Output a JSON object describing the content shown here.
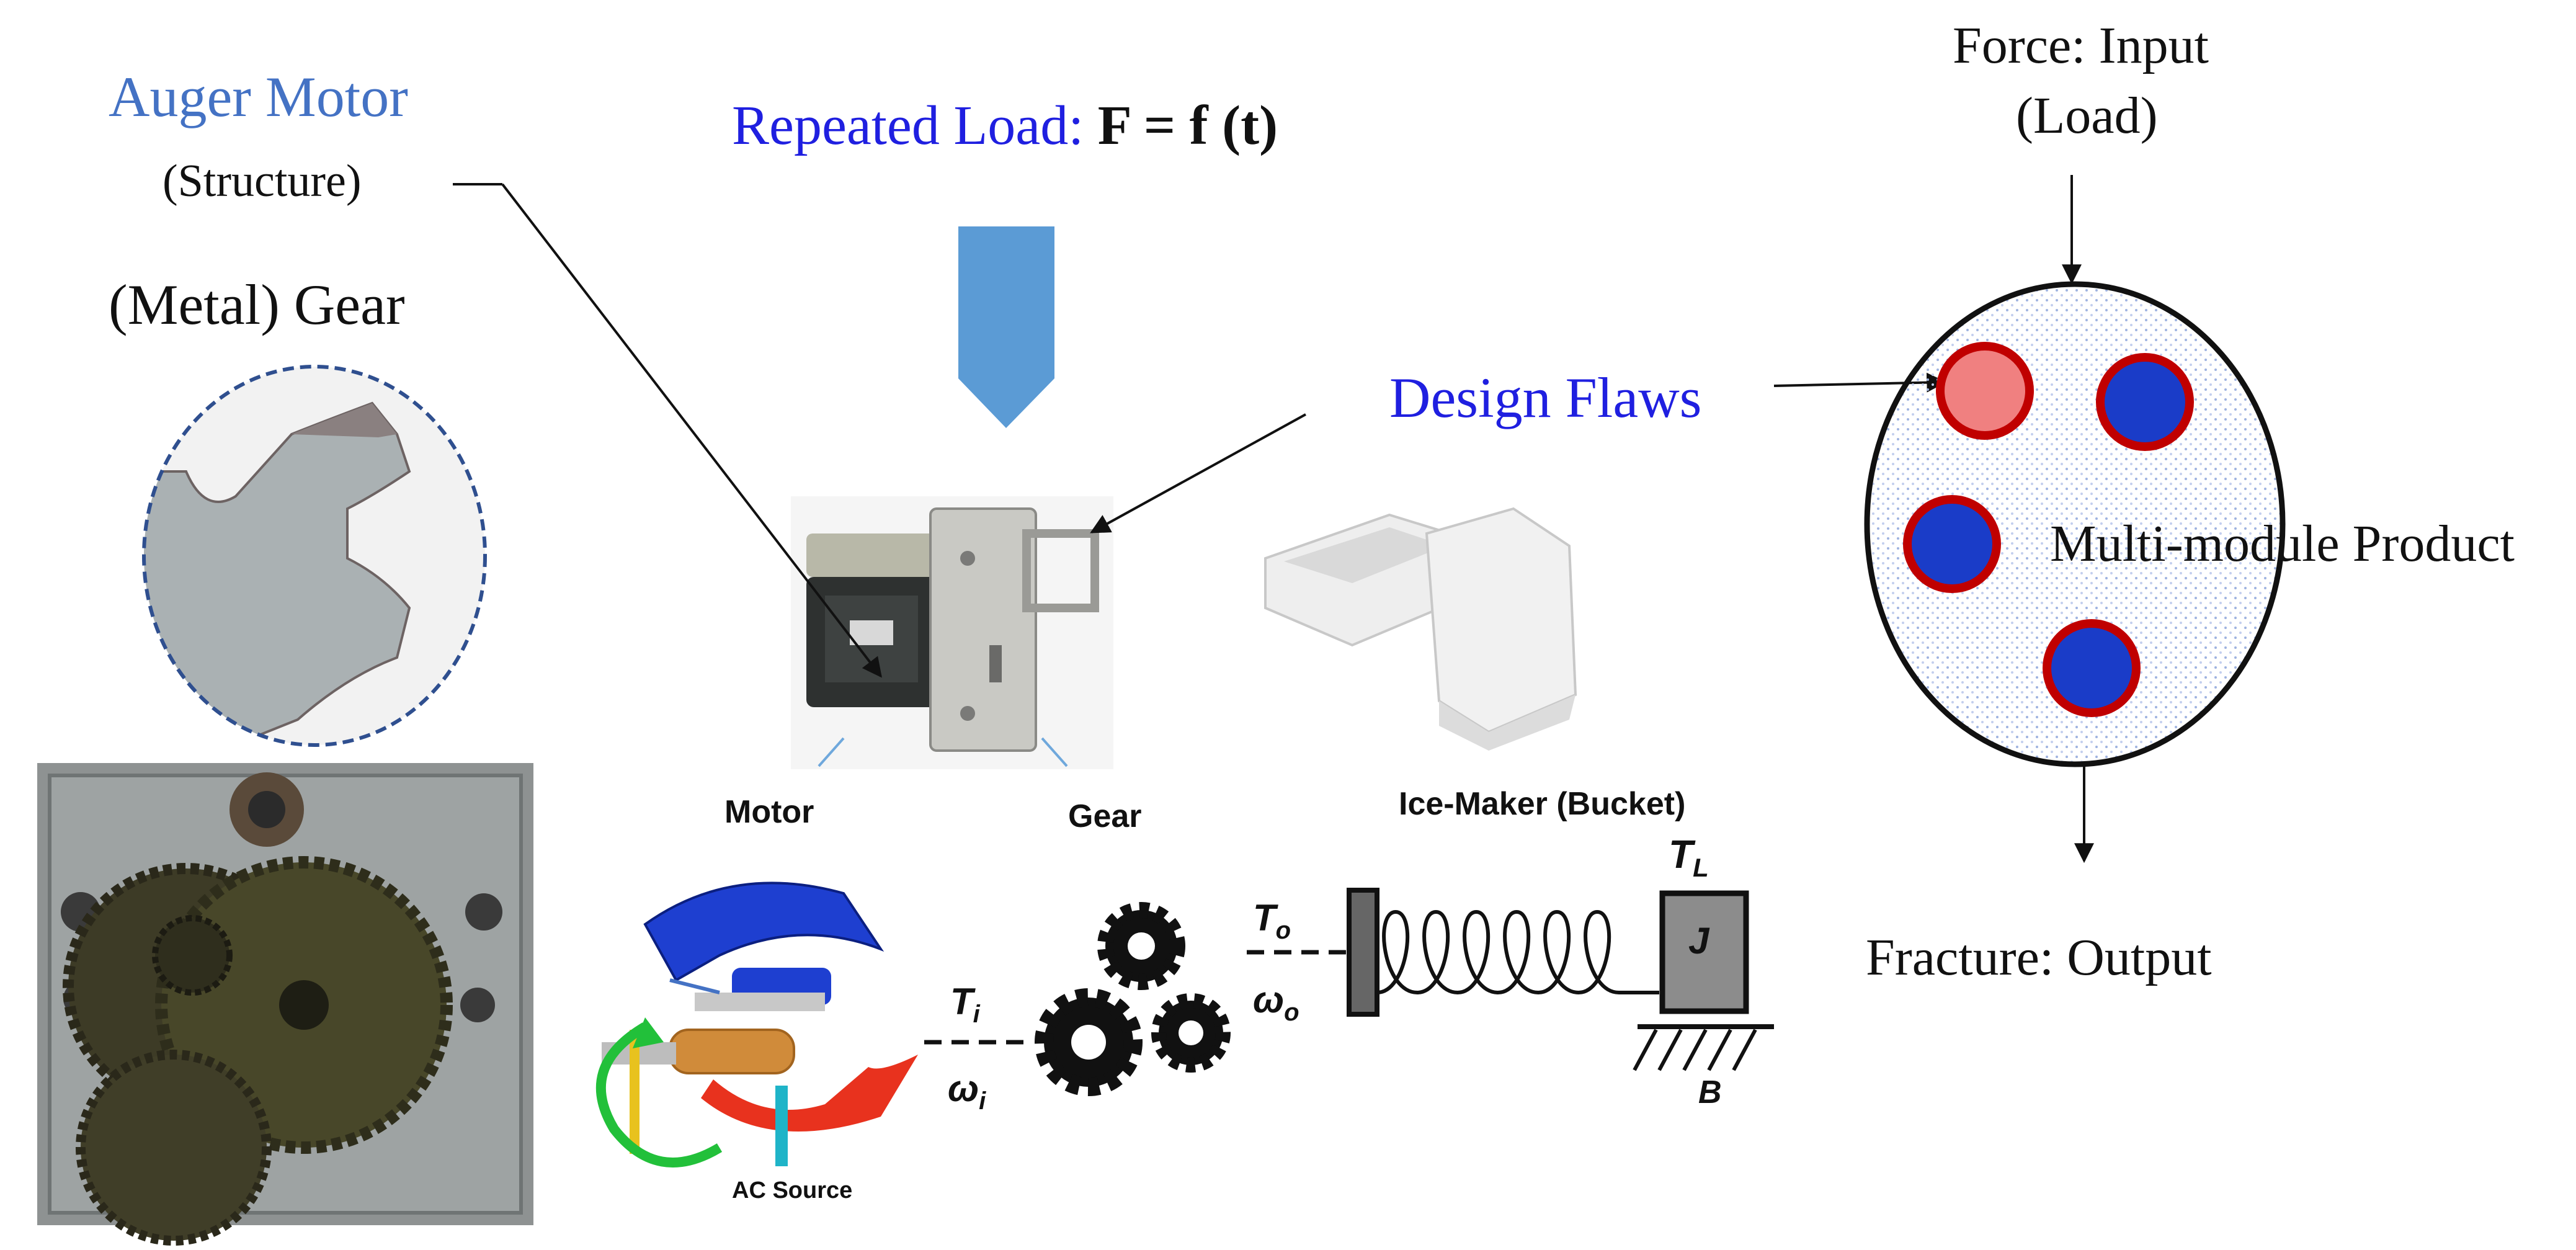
{
  "texts": {
    "auger_motor": "Auger Motor",
    "structure": "(Structure)",
    "metal_gear": "(Metal) Gear",
    "repeated_load": "Repeated Load:",
    "formula": "F = f (t)",
    "design_flaws": "Design Flaws",
    "force_input": "Force: Input",
    "load": "(Load)",
    "multi_module": "Multi-module Product",
    "fracture_output": "Fracture: Output",
    "motor": "Motor",
    "gear": "Gear",
    "ice_maker": "Ice-Maker (Bucket)",
    "ac_source": "AC Source",
    "ti": "T",
    "ti_sub": "i",
    "wi": "ω",
    "wi_sub": "i",
    "to": "T",
    "to_sub": "o",
    "wo": "ω",
    "wo_sub": "o",
    "tl": "T",
    "tl_sub": "L",
    "j": "J",
    "b": "B"
  },
  "colors": {
    "heading_blue": "#4472c4",
    "label_blue": "#1f1fe0",
    "arrow_fill": "#5b9bd5",
    "flaw_red": "#c00000",
    "flaw_pink": "#f08080",
    "flaw_core": "#1a3cc8",
    "magnet_blue": "#1e3fd0",
    "magnet_red": "#e8321e",
    "rotor_green": "#22c03a"
  }
}
